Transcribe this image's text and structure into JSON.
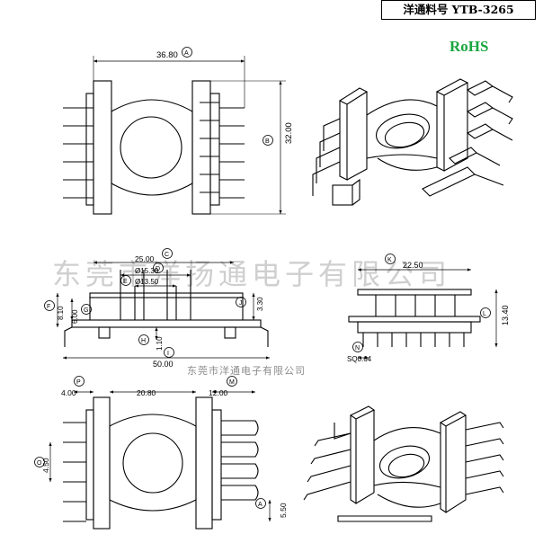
{
  "title": "洋通料号  YTB-3265",
  "rohs": "RoHS",
  "watermark_large": "东莞市洋扬通电子有限公司",
  "watermark_small": "东莞市洋通电子有限公司",
  "dimensions": {
    "top_width": "36.80",
    "top_height": "32.00",
    "side_overall": "50.00",
    "side_base": "25.00",
    "dia_outer": "Ø15.30",
    "dia_inner": "Ø13.50",
    "height_f": "8.10",
    "height_g": "6.00",
    "height_j": "3.30",
    "pin_len_h": "1.10",
    "end_width_k": "22.50",
    "end_height_l": "13.40",
    "pin_sq": "SQ0.64",
    "bottom_left_p": "4.00",
    "bottom_width": "20.80",
    "bottom_right_m": "12.00",
    "pitch_o": "4.50",
    "pitch_a2": "5.50"
  },
  "labels": {
    "A": "A",
    "B": "B",
    "C": "C",
    "D": "D",
    "E": "E",
    "F": "F",
    "G": "G",
    "H": "H",
    "I": "I",
    "J": "J",
    "K": "K",
    "L": "L",
    "N": "N",
    "P": "P",
    "M": "M",
    "O": "O",
    "A2": "A"
  },
  "icons": {
    "bobbin_3d_view": "bobbin-isometric-icon"
  }
}
